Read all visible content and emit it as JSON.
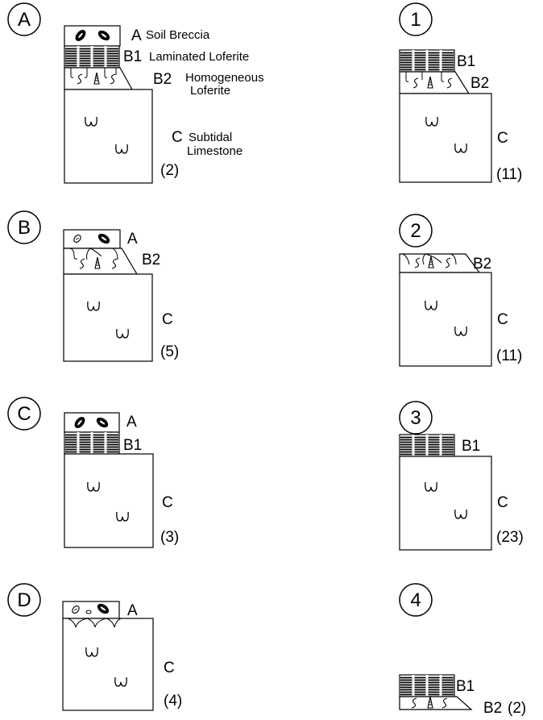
{
  "panels": [
    {
      "id": "A",
      "letter": "A",
      "a": "A",
      "b1": "B1",
      "b2": "B2",
      "c": "C",
      "count": "(2)",
      "a_desc": "Soil Breccia",
      "b1_desc": "Laminated Loferite",
      "b2_desc_1": "Homogeneous",
      "b2_desc_2": "Loferite",
      "c_desc_1": "Subtidal",
      "c_desc_2": "Limestone"
    },
    {
      "id": "B",
      "letter": "B",
      "a": "A",
      "b2": "B2",
      "c": "C",
      "count": "(5)"
    },
    {
      "id": "C",
      "letter": "C",
      "a": "A",
      "b1": "B1",
      "c": "C",
      "count": "(3)"
    },
    {
      "id": "D",
      "letter": "D",
      "a": "A",
      "c": "C",
      "count": "(4)"
    },
    {
      "id": "1",
      "letter": "1",
      "b1": "B1",
      "b2": "B2",
      "c": "C",
      "count": "(11)"
    },
    {
      "id": "2",
      "letter": "2",
      "b2": "B2",
      "c": "C",
      "count": "(11)"
    },
    {
      "id": "3",
      "letter": "3",
      "b1": "B1",
      "c": "C",
      "count": "(23)"
    },
    {
      "id": "4",
      "letter": "4",
      "b1": "B1",
      "b2": "B2",
      "count": "(2)"
    }
  ],
  "omega": "ω"
}
